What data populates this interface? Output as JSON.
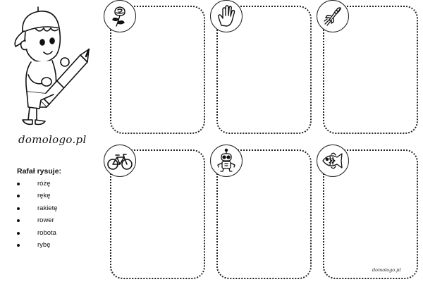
{
  "brand": {
    "logo_text": "domologo.pl",
    "footer_logo_text": "domologo.pl"
  },
  "task": {
    "title": "Rafał rysuje:",
    "items": [
      {
        "label": "różę",
        "icon": "rose-icon"
      },
      {
        "label": "rękę",
        "icon": "hand-icon"
      },
      {
        "label": "rakietę",
        "icon": "rocket-icon"
      },
      {
        "label": "rower",
        "icon": "bicycle-icon"
      },
      {
        "label": "robota",
        "icon": "robot-icon"
      },
      {
        "label": "rybę",
        "icon": "fish-icon"
      }
    ]
  },
  "colors": {
    "ink": "#222222",
    "paper": "#ffffff"
  }
}
